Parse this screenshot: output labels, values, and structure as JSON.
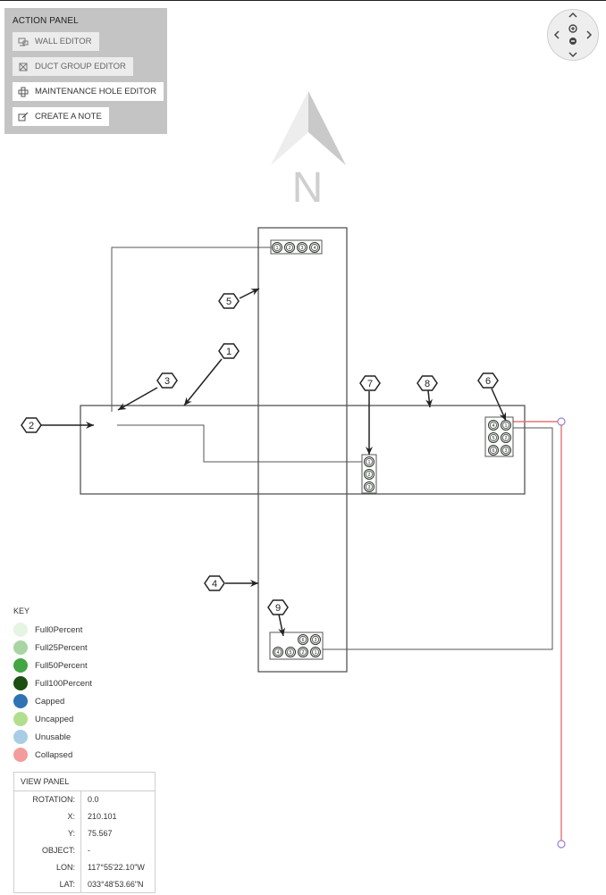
{
  "action_panel": {
    "title": "ACTION PANEL",
    "buttons": [
      {
        "label": "WALL EDITOR",
        "icon": "wall-editor-icon",
        "active": false
      },
      {
        "label": "DUCT GROUP EDITOR",
        "icon": "duct-group-icon",
        "active": false
      },
      {
        "label": "MAINTENANCE HOLE EDITOR",
        "icon": "maintenance-hole-icon",
        "active": true
      },
      {
        "label": "CREATE A NOTE",
        "icon": "note-icon",
        "active": true
      }
    ]
  },
  "compass": {
    "label": "N"
  },
  "callouts": [
    "1",
    "2",
    "3",
    "4",
    "5",
    "6",
    "7",
    "8",
    "9"
  ],
  "ducts": {
    "top_group": [
      "1",
      "2",
      "3",
      "4"
    ],
    "right_group": [
      "4",
      "1",
      "5",
      "2",
      "6",
      "3"
    ],
    "middle_group": [
      "1",
      "2",
      "3"
    ],
    "bottom_group_top": [
      "6",
      "3"
    ],
    "bottom_group_bottom": [
      "4",
      "5",
      "2",
      "1"
    ]
  },
  "key": {
    "title": "KEY",
    "items": [
      {
        "label": "Full0Percent",
        "color": "#e6f4e3"
      },
      {
        "label": "Full25Percent",
        "color": "#a8d5a2"
      },
      {
        "label": "Full50Percent",
        "color": "#43a543"
      },
      {
        "label": "Full100Percent",
        "color": "#1b4e12"
      },
      {
        "label": "Capped",
        "color": "#2f73b4"
      },
      {
        "label": "Uncapped",
        "color": "#b2df8f"
      },
      {
        "label": "Unusable",
        "color": "#aacde6"
      },
      {
        "label": "Collapsed",
        "color": "#f29d9b"
      }
    ]
  },
  "view_panel": {
    "title": "VIEW PANEL",
    "rows": [
      {
        "label": "ROTATION:",
        "value": "0.0"
      },
      {
        "label": "X:",
        "value": "210.101"
      },
      {
        "label": "Y:",
        "value": "75.567"
      },
      {
        "label": "OBJECT:",
        "value": "-"
      },
      {
        "label": "LON:",
        "value": "117°55'22.10\"W"
      },
      {
        "label": "LAT:",
        "value": "033°48'53.66\"N"
      }
    ]
  },
  "colors": {
    "line": "#444444",
    "accent_red": "#e57373",
    "node_purple": "#9b7fd1"
  }
}
